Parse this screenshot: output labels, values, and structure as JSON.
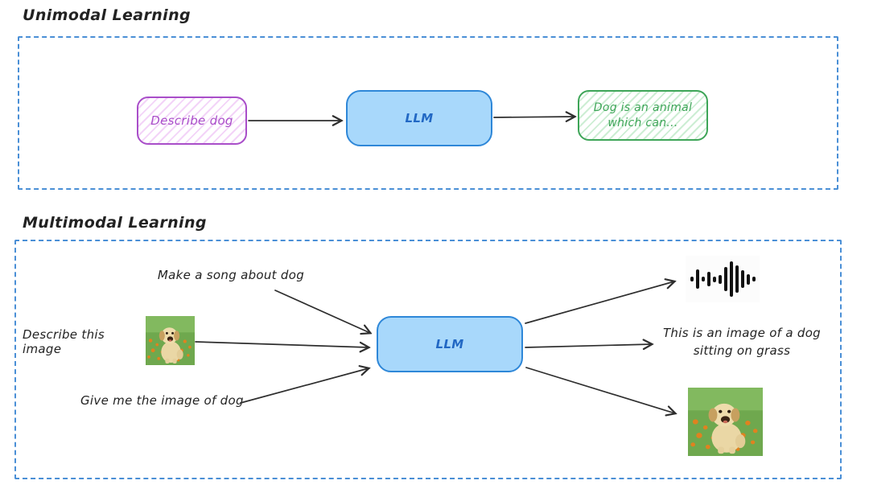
{
  "colors": {
    "frame_dash_blue": "#4a8fd6",
    "purple_accent": "#a94ec9",
    "llm_fill_blue": "#a8d8fb",
    "llm_stroke_blue": "#2e87d8",
    "llm_text_blue": "#2268c4",
    "green_accent": "#3ea558",
    "arrow_ink": "#2e2e2e"
  },
  "unimodal": {
    "title": "Unimodal Learning",
    "input_label": "Describe dog",
    "llm_label": "LLM",
    "output_label": "Dog is an animal which can..."
  },
  "multimodal": {
    "title": "Multimodal Learning",
    "llm_label": "LLM",
    "input_song_prompt": "Make a song about dog",
    "input_describe_prompt": "Describe this image",
    "input_image_prompt": "Give me the image of dog",
    "output_caption": "This is an image of a dog sitting on grass",
    "waveform_bars": [
      6,
      24,
      6,
      18,
      7,
      11,
      30,
      44,
      34,
      22,
      13,
      6
    ],
    "icons": {
      "audio_output": "audio-waveform-icon"
    },
    "images": {
      "input_photo": "puppy sitting on grass with orange flowers",
      "output_photo": "puppy sitting on grass with orange flowers"
    }
  }
}
